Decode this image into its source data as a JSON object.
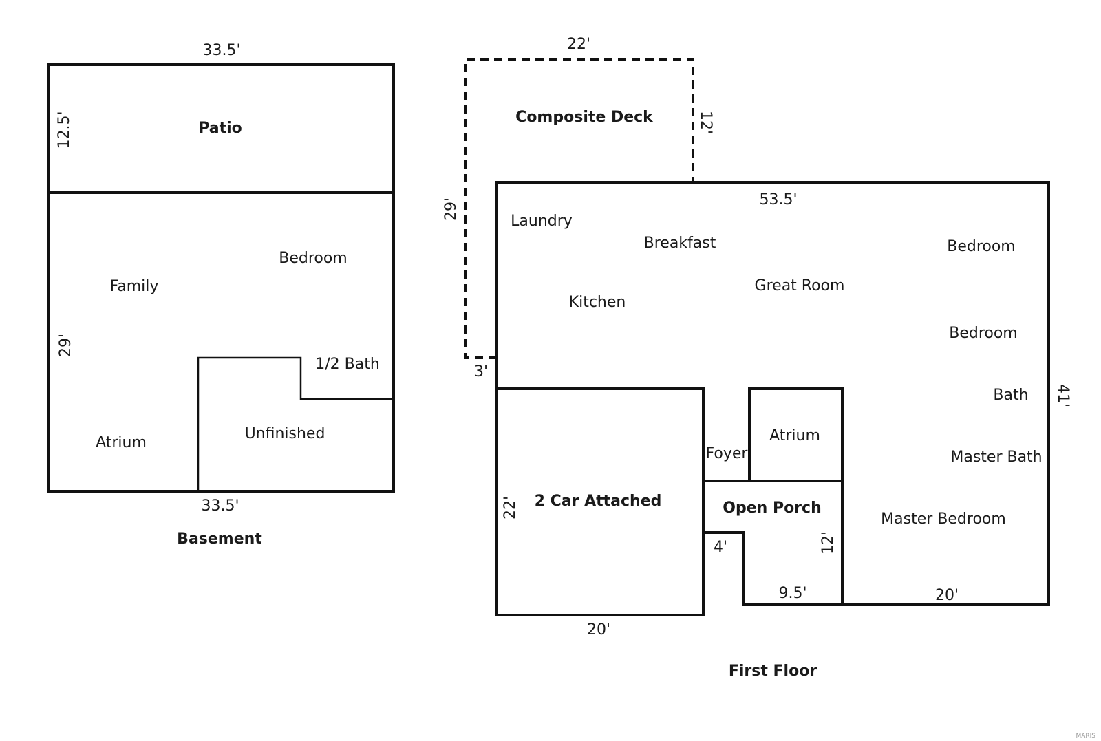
{
  "basement": {
    "caption": "Basement",
    "rooms": {
      "patio": "Patio",
      "bedroom": "Bedroom",
      "family": "Family",
      "half_bath": "1/2 Bath",
      "unfinished": "Unfinished",
      "atrium": "Atrium"
    },
    "dimensions": {
      "top_width": "33.5'",
      "patio_depth": "12.5'",
      "left_depth": "29'",
      "bottom_width": "33.5'"
    }
  },
  "first_floor": {
    "caption": "First Floor",
    "rooms": {
      "composite_deck": "Composite Deck",
      "laundry": "Laundry",
      "breakfast": "Breakfast",
      "kitchen": "Kitchen",
      "great_room": "Great Room",
      "bedroom_1": "Bedroom",
      "bedroom_2": "Bedroom",
      "bath": "Bath",
      "master_bath": "Master Bath",
      "master_bedroom": "Master Bedroom",
      "foyer": "Foyer",
      "atrium": "Atrium",
      "open_porch": "Open Porch",
      "garage": "2 Car Attached"
    },
    "dimensions": {
      "deck_width": "22'",
      "deck_depth": "12'",
      "deck_side": "29'",
      "deck_offset": "3'",
      "house_width": "53.5'",
      "house_depth": "41'",
      "garage_depth": "22'",
      "garage_width": "20'",
      "porch_step": "4'",
      "porch_depth": "12'",
      "porch_width": "9.5'",
      "master_width": "20'"
    }
  },
  "watermark": "MARIS"
}
